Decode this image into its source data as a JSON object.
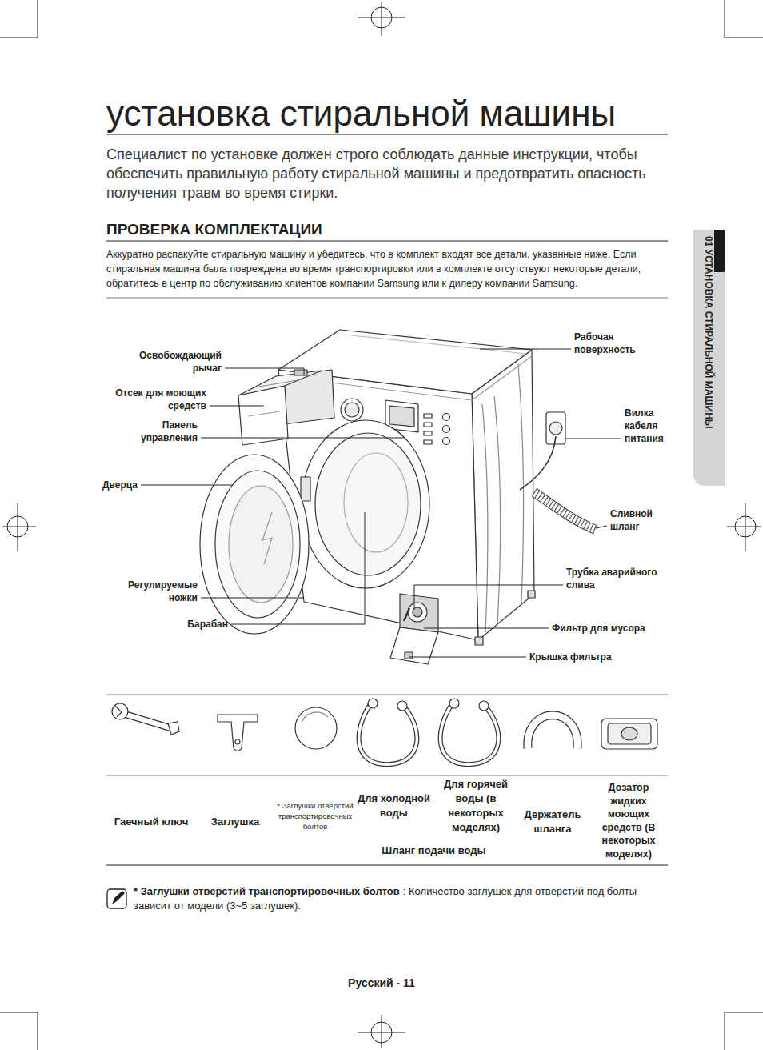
{
  "diagram": {
    "title": "установка стиральной машины",
    "nodes": [
      {
        "text": [
          "01 УСТАНОВКА СТИРАЛЬНОЙ МАШИНЫ"
        ]
      }
    ],
    "labels": [
      "Специалист по установке должен строго соблюдать данные инструкции, чтобы обеспечить правильную работу стиральной машины и предотвратить опасность получения травм во время стирки.",
      "ПРОВЕРКА КОМПЛЕКТАЦИИ",
      "Аккуратно распакуйте стиральную машину и убедитесь, что в комплект входят все детали, указанные ниже. Если стиральная машина была повреждена во время транспортировки или в комплекте отсутствуют некоторые детали, обратитесь в центр по обслуживанию клиентов компании Samsung или к дилеру компании Samsung.",
      "Освобождающий рычаг",
      "Отсек для моющих средств",
      "Панель управления",
      "Дверца",
      "Регулируемые ножки",
      "Барабан",
      "Рабочая поверхность",
      "Вилка кабеля питания",
      "Сливной шланг",
      "Трубка аварийного слива",
      "Фильтр для мусора",
      "Крышка фильтра",
      "Гаечный ключ",
      "Заглушка",
      "* Заглушки отверстий транспортировочных болтов",
      "Для холодной воды",
      "Для горячей воды (в некоторых моделях)",
      "Шланг подачи воды",
      "Держатель шланга",
      "Дозатор жидких моющих средств (В некоторых моделях)",
      "* Заглушки отверстий транспортировочных болтов",
      ": Количество заглушек для отверстий под болты зависит от модели (3~5 заглушек).",
      "Русский - 11"
    ]
  }
}
